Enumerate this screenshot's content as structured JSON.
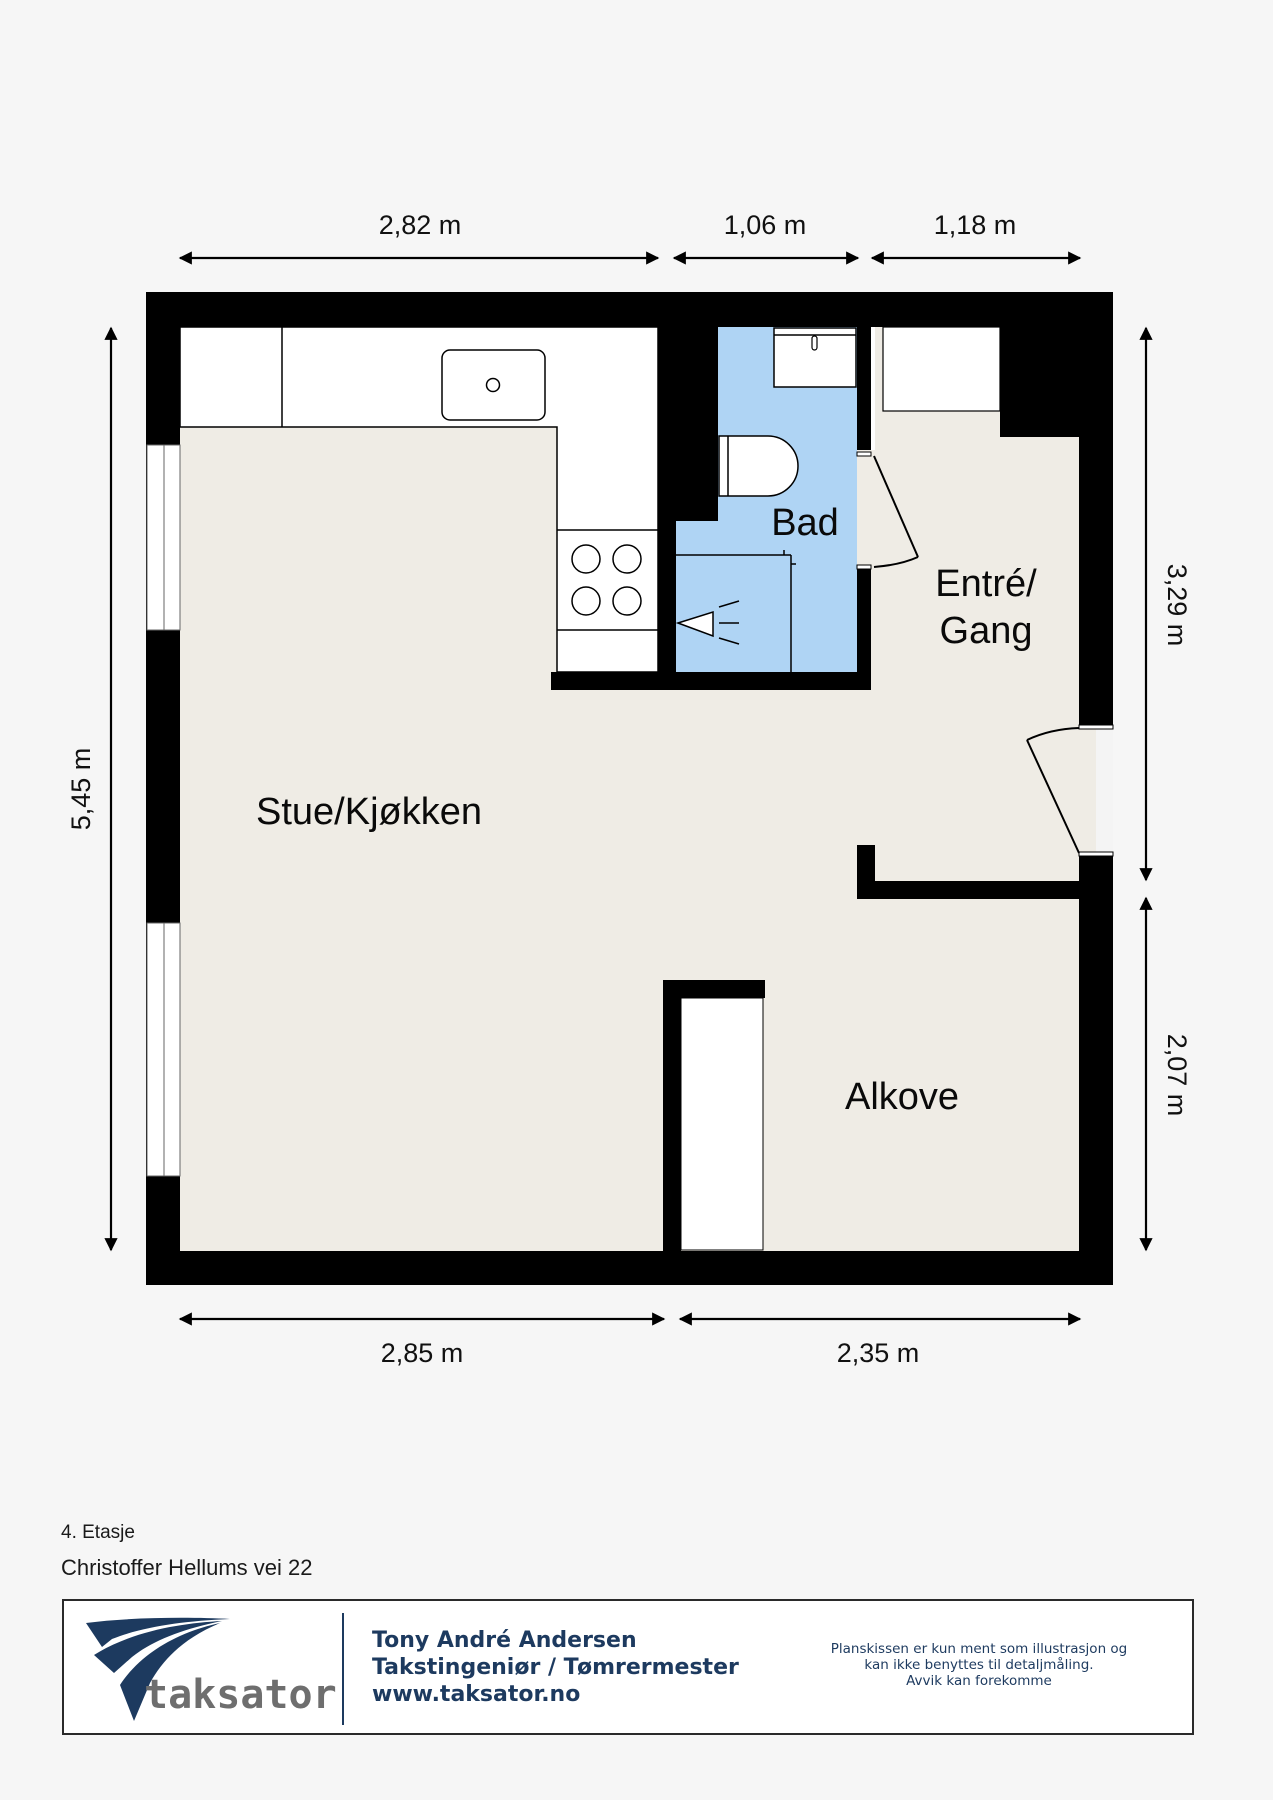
{
  "plan": {
    "floor": "4. Etasje",
    "address": "Christoffer Hellums vei 22",
    "dimensions": {
      "top": [
        "2,82 m",
        "1,06 m",
        "1,18 m"
      ],
      "bottom": [
        "2,85 m",
        "2,35 m"
      ],
      "left": "5,45 m",
      "right": [
        "3,29 m",
        "2,07 m"
      ]
    },
    "rooms": {
      "living_kitchen": "Stue/Kjøkken",
      "bathroom": "Bad",
      "entrance_line1": "Entré/",
      "entrance_line2": "Gang",
      "alcove": "Alkove"
    },
    "colors": {
      "wall": "#000000",
      "floor": "#efece5",
      "bathroom": "#afd4f4",
      "fixture": "#ffffff",
      "background": "#f6f6f6",
      "brand_navy": "#1d3a5f",
      "brand_gray": "#6e6e6e"
    }
  },
  "footer": {
    "logo_text": "taksator",
    "company": {
      "name": "Tony André Andersen",
      "title": "Takstingeniør / Tømrermester",
      "website": "www.taksator.no"
    },
    "disclaimer": {
      "line1": "Planskissen er kun ment som illustrasjon og",
      "line2": "kan ikke benyttes til detaljmåling.",
      "line3": "Avvik kan forekomme"
    }
  }
}
